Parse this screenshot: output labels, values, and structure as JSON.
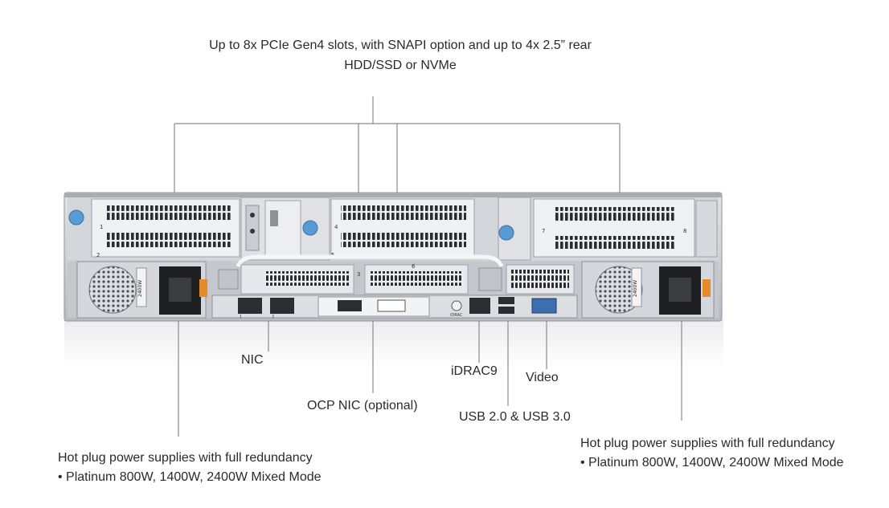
{
  "callouts": {
    "pcie": {
      "line1": "Up to 8x PCIe Gen4 slots, with SNAPI option and up to 4x 2.5” rear",
      "line2": "HDD/SSD or NVMe"
    },
    "nic": "NIC",
    "ocp_nic": "OCP NIC (optional)",
    "idrac": "iDRAC9",
    "video": "Video",
    "usb": "USB 2.0 & USB 3.0",
    "psu_left": {
      "line1": "Hot plug power supplies with full redundancy",
      "line2": "• Platinum 800W, 1400W, 2400W Mixed Mode"
    },
    "psu_right": {
      "line1": "Hot plug power supplies with full redundancy",
      "line2": "• Platinum 800W, 1400W, 2400W Mixed Mode"
    }
  },
  "chassis": {
    "slot_numbers": [
      "1",
      "2",
      "3",
      "4",
      "5",
      "6",
      "7",
      "8"
    ],
    "psu_rating": "2400W",
    "port_labels": {
      "port1": "1",
      "port2": "2",
      "idrac": "iDRAC"
    }
  },
  "colors": {
    "chassis": "#c9ccd1",
    "chassis_dark": "#8e9297",
    "vent": "#2b2d30",
    "latch": "#5b9bd5",
    "leader_line": "#8a8a8a"
  }
}
